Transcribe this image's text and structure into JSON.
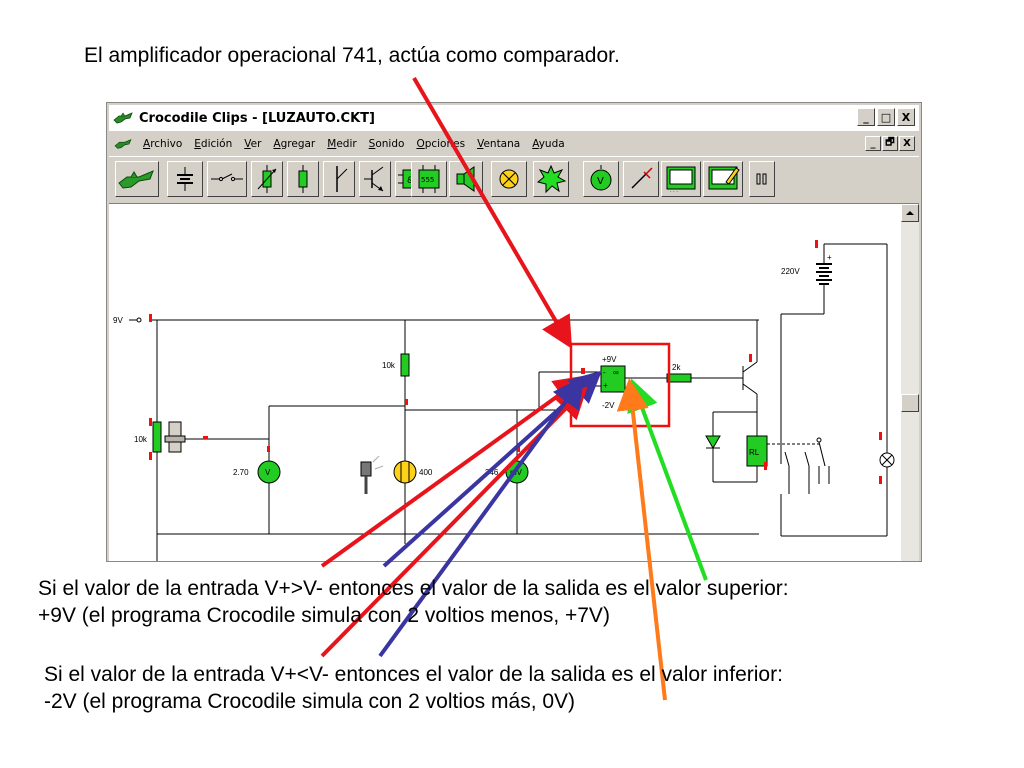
{
  "slide": {
    "title": "El amplificador operacional 741, actúa como comparador.",
    "caption1_line1": "Si el valor de la entrada V+>V- entonces el valor de la salida es el valor superior:",
    "caption1_line2": "+9V (el programa Crocodile simula con 2 voltios menos, +7V)",
    "caption2_line1": "Si el valor de la entrada V+<V- entonces el valor de la salida es el valor inferior:",
    "caption2_line2": "-2V (el programa Crocodile simula con 2 voltios más, 0V)"
  },
  "window": {
    "title": "Crocodile Clips - [LUZAUTO.CKT]",
    "buttons": {
      "minimize": "_",
      "maximize": "□",
      "close": "X",
      "restore": "🗗"
    }
  },
  "menu": {
    "items": [
      "Archivo",
      "Edición",
      "Ver",
      "Agregar",
      "Medir",
      "Sonido",
      "Opciones",
      "Ventana",
      "Ayuda"
    ]
  },
  "circuit": {
    "supply_9v": "9V",
    "supply_220v": "220V",
    "r_10k_left": "10k",
    "r_10k_mid": "10k",
    "r_2k": "2k",
    "opamp_plus": "+9V",
    "opamp_minus": "-2V",
    "meter1_value": "2.70",
    "meter1_unit": "V",
    "ldr_value": "400",
    "meter2_value": "346",
    "meter2_unit": "mV",
    "relay_label": "RL",
    "opamp_sign_plus": "+",
    "opamp_sign_minus": "-",
    "opamp_symbol": "∞",
    "battery_plus": "+"
  },
  "colors": {
    "arrow_red": "#e8141b",
    "arrow_blue": "#3a35a0",
    "arrow_green": "#22dd22",
    "arrow_orange": "#ff7a1a",
    "component_green": "#22cc22",
    "highlight_red": "#e11"
  }
}
